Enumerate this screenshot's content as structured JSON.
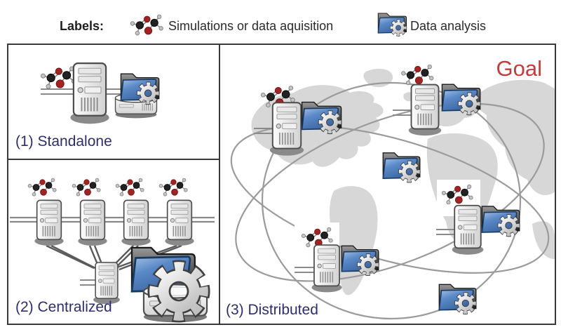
{
  "legend": {
    "title": "Labels:",
    "items": [
      {
        "icon": "molecule-icon",
        "label": "Simulations or data aquisition"
      },
      {
        "icon": "folder-gear-icon",
        "label": "Data analysis"
      }
    ]
  },
  "panels": [
    {
      "id": "standalone",
      "label": "(1) Standalone",
      "icons": [
        "molecule-icon",
        "server-icon",
        "hard-drive-icon",
        "folder-gear-icon"
      ]
    },
    {
      "id": "centralized",
      "label": "(2) Centralized",
      "icons": [
        "molecule-icon",
        "server-icon",
        "central-server-icon",
        "folder-icon",
        "gear-icon",
        "hard-drive-icon"
      ],
      "worker_count": 4
    },
    {
      "id": "distributed",
      "label": "(3) Distributed",
      "annotation": "Goal",
      "icons": [
        "world-map",
        "orbit-lines",
        "molecule-icon",
        "server-icon",
        "folder-gear-icon"
      ],
      "site_count": 4,
      "analysis_node_count": 2
    }
  ],
  "colors": {
    "panel_label": "#2e2e6e",
    "goal_text": "#c23c3c",
    "border": "#3a3a3a",
    "folder_blue": "#4d7fc0",
    "map_gray": "#d7d7d7",
    "molecule_red": "#a32222",
    "molecule_black": "#222222"
  }
}
